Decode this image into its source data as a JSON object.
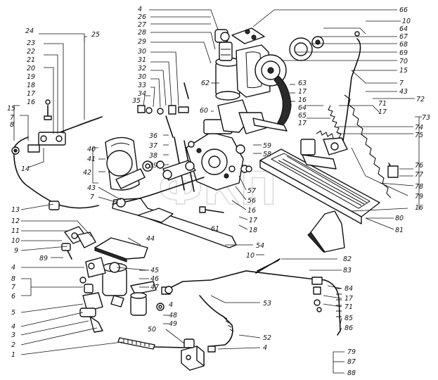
{
  "watermark": "ФКП",
  "callouts": {
    "l24": "24",
    "l25": "25",
    "l23": "23",
    "l22": "22",
    "l21": "21",
    "l20": "20",
    "l19": "19",
    "l18": "18",
    "l17a": "17",
    "l16a": "16",
    "l15a": "15",
    "l7a": "7",
    "l8a": "8",
    "l14": "14",
    "l4a": "4",
    "l26": "26",
    "l27": "27",
    "l28": "28",
    "l29": "29",
    "l30a": "30",
    "l31": "31",
    "l32": "32",
    "l30b": "30",
    "l33": "33",
    "l34": "34",
    "l35": "35",
    "l62": "62",
    "l66": "66",
    "l10a": "10",
    "l64a": "64",
    "l67": "67",
    "l68": "68",
    "l69": "69",
    "l70": "70",
    "l15b": "15",
    "l7b": "7",
    "l43a": "43",
    "l72": "72",
    "l63": "63",
    "l17b": "17",
    "l16b": "16",
    "l64b": "64",
    "l65": "65",
    "l17c": "17",
    "l71": "71",
    "l17d": "17",
    "l73": "73",
    "l74": "74",
    "l75": "75",
    "l59": "59",
    "l58": "58",
    "l60": "60",
    "l36": "36",
    "l37": "37",
    "l38": "38",
    "l39": "39",
    "l40": "40",
    "l41": "41",
    "l42": "42",
    "l43b": "43",
    "l7c": "7",
    "l57": "57",
    "l56": "56",
    "l16c": "16",
    "l76": "76",
    "l77": "77",
    "l78": "78",
    "l79a": "79",
    "l16d": "16",
    "l80": "80",
    "l81": "81",
    "l13": "13",
    "l12": "12",
    "l11": "11",
    "l10b": "10",
    "l9": "9",
    "l89": "89",
    "l44": "44",
    "l17e": "17",
    "l18b": "18",
    "l61": "61",
    "l54": "54",
    "l10c": "10",
    "l82": "82",
    "l83": "83",
    "l4b": "4",
    "l8b": "8",
    "l7d": "7",
    "l6": "6",
    "l45": "45",
    "l46": "46",
    "l47": "47",
    "l4c": "4",
    "l48": "48",
    "l49": "49",
    "l5": "5",
    "l4d": "4",
    "l3": "3",
    "l2": "2",
    "l1": "1",
    "l50": "50",
    "l53": "53",
    "l52": "52",
    "l4e": "4",
    "l84": "84",
    "l17f": "17",
    "l71b": "71",
    "l85": "85",
    "l86": "86",
    "l79b": "79",
    "l87": "87",
    "l88": "88"
  }
}
